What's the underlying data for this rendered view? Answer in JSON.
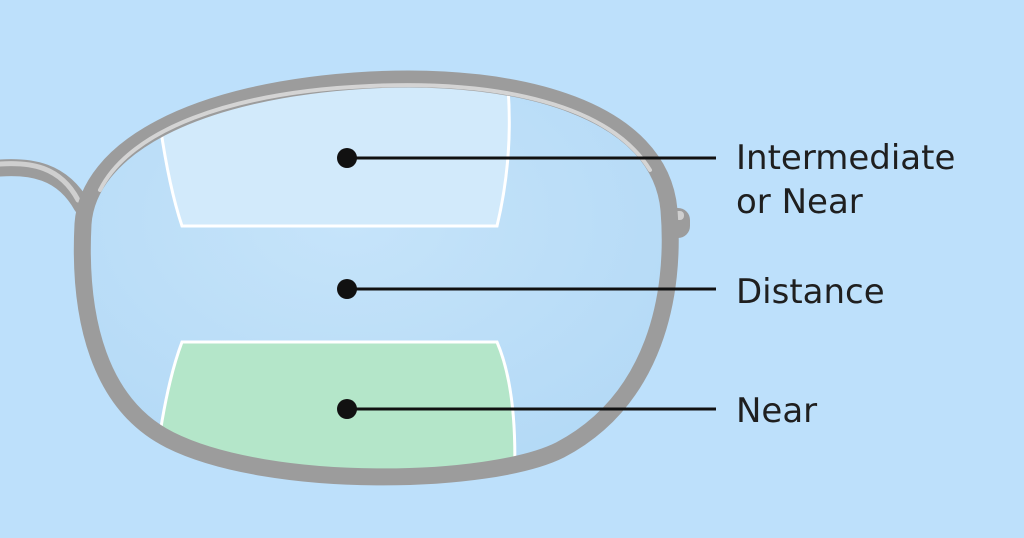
{
  "labels": {
    "intermediate_line1": "Intermediate",
    "intermediate_line2": "or Near",
    "distance": "Distance",
    "near": "Near"
  },
  "colors": {
    "background": "#bde0fb",
    "lens": "#b8dcf8",
    "frame": "#9c9c9c",
    "frame_highlight": "#d4d4d4",
    "upper_segment": "#d2eafb",
    "lower_segment": "#b4e6c9",
    "segment_outline": "#ffffff",
    "pointer": "#111111"
  }
}
